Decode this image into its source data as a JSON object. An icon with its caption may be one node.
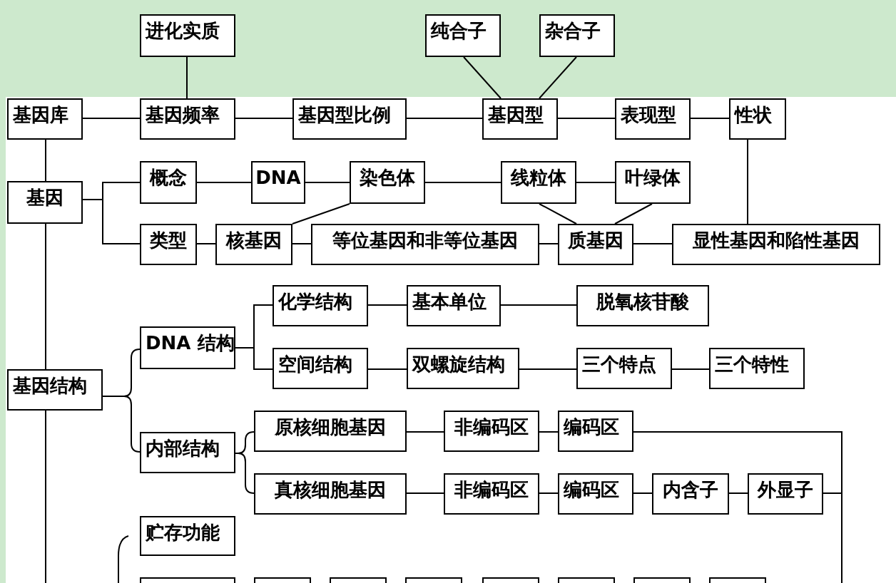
{
  "diagram": {
    "nodes": [
      {
        "text": [
          "进化实质"
        ]
      },
      {
        "text": [
          "纯合子"
        ]
      },
      {
        "text": [
          "杂合子"
        ]
      },
      {
        "text": [
          "基因库"
        ]
      },
      {
        "text": [
          "基因频率"
        ]
      },
      {
        "text": [
          "基因型比例"
        ]
      },
      {
        "text": [
          "基因型"
        ]
      },
      {
        "text": [
          "表现型"
        ]
      },
      {
        "text": [
          "性状"
        ]
      },
      {
        "text": [
          "基因"
        ]
      },
      {
        "text": [
          "概念"
        ]
      },
      {
        "text": [
          "DNA"
        ]
      },
      {
        "text": [
          "染色体"
        ]
      },
      {
        "text": [
          "线粒体"
        ]
      },
      {
        "text": [
          "叶绿体"
        ]
      },
      {
        "text": [
          "类型"
        ]
      },
      {
        "text": [
          "核基因"
        ]
      },
      {
        "text": [
          "等位基因和非等位基因"
        ]
      },
      {
        "text": [
          "质基因"
        ]
      },
      {
        "text": [
          "显性基因和陷性基因"
        ]
      },
      {
        "text": [
          "DNA 结构"
        ]
      },
      {
        "text": [
          "化学结构"
        ]
      },
      {
        "text": [
          "基本单位"
        ]
      },
      {
        "text": [
          "脱氧核苷酸"
        ]
      },
      {
        "text": [
          "空间结构"
        ]
      },
      {
        "text": [
          "双螺旋结构"
        ]
      },
      {
        "text": [
          "三个特点"
        ]
      },
      {
        "text": [
          "三个特性"
        ]
      },
      {
        "text": [
          "基因结构"
        ]
      },
      {
        "text": [
          "内部结构"
        ]
      },
      {
        "text": [
          "原核细胞基因"
        ]
      },
      {
        "text": [
          "非编码区"
        ]
      },
      {
        "text": [
          "编码区"
        ]
      },
      {
        "text": [
          "真核细胞基因"
        ]
      },
      {
        "text": [
          "非编码区"
        ]
      },
      {
        "text": [
          "编码区"
        ]
      },
      {
        "text": [
          "内含子"
        ]
      },
      {
        "text": [
          "外显子"
        ]
      },
      {
        "text": [
          "贮存功能"
        ]
      },
      {
        "text": [],
        "shape": "box"
      },
      {
        "text": [],
        "shape": "box"
      },
      {
        "text": [],
        "shape": "box"
      },
      {
        "text": [],
        "shape": "box"
      },
      {
        "text": [],
        "shape": "box"
      },
      {
        "text": [],
        "shape": "box"
      },
      {
        "text": [],
        "shape": "box"
      },
      {
        "text": [],
        "shape": "box"
      }
    ],
    "edges": [
      {
        "from": 0,
        "to": 4,
        "arrow": "none"
      },
      {
        "from": 1,
        "to": 6,
        "arrow": "none"
      },
      {
        "from": 2,
        "to": 6,
        "arrow": "none"
      },
      {
        "from": 3,
        "to": 4,
        "arrow": "none"
      },
      {
        "from": 4,
        "to": 5,
        "arrow": "none"
      },
      {
        "from": 5,
        "to": 6,
        "arrow": "none"
      },
      {
        "from": 6,
        "to": 7,
        "arrow": "none"
      },
      {
        "from": 7,
        "to": 8,
        "arrow": "none"
      },
      {
        "from": 3,
        "to": 9,
        "arrow": "none"
      },
      {
        "from": 9,
        "to": 10,
        "arrow": "none"
      },
      {
        "from": 9,
        "to": 15,
        "arrow": "none"
      },
      {
        "from": 10,
        "to": 11,
        "arrow": "none"
      },
      {
        "from": 11,
        "to": 12,
        "arrow": "none"
      },
      {
        "from": 12,
        "to": 13,
        "arrow": "none"
      },
      {
        "from": 13,
        "to": 14,
        "arrow": "none"
      },
      {
        "from": 12,
        "to": 16,
        "arrow": "none"
      },
      {
        "from": 13,
        "to": 18,
        "arrow": "none"
      },
      {
        "from": 14,
        "to": 18,
        "arrow": "none"
      },
      {
        "from": 15,
        "to": 16,
        "arrow": "none"
      },
      {
        "from": 16,
        "to": 17,
        "arrow": "none"
      },
      {
        "from": 17,
        "to": 18,
        "arrow": "none"
      },
      {
        "from": 18,
        "to": 19,
        "arrow": "none"
      },
      {
        "from": 8,
        "to": 19,
        "arrow": "none"
      },
      {
        "from": 9,
        "to": 28,
        "arrow": "none"
      },
      {
        "from": 28,
        "to": 20,
        "arrow": "none"
      },
      {
        "from": 28,
        "to": 29,
        "arrow": "none"
      },
      {
        "from": 28,
        "to": null,
        "arrow": "none"
      },
      {
        "from": 20,
        "to": 21,
        "arrow": "none"
      },
      {
        "from": 20,
        "to": 24,
        "arrow": "none"
      },
      {
        "from": 21,
        "to": 22,
        "arrow": "none"
      },
      {
        "from": 22,
        "to": 23,
        "arrow": "none"
      },
      {
        "from": 24,
        "to": 25,
        "arrow": "none"
      },
      {
        "from": 25,
        "to": 26,
        "arrow": "none"
      },
      {
        "from": 26,
        "to": 27,
        "arrow": "none"
      },
      {
        "from": 29,
        "to": 30,
        "arrow": "none"
      },
      {
        "from": 29,
        "to": 33,
        "arrow": "none"
      },
      {
        "from": 30,
        "to": 31,
        "arrow": "none"
      },
      {
        "from": 31,
        "to": 32,
        "arrow": "none"
      },
      {
        "from": 33,
        "to": 34,
        "arrow": "none"
      },
      {
        "from": 34,
        "to": 35,
        "arrow": "none"
      },
      {
        "from": 35,
        "to": 36,
        "arrow": "none"
      },
      {
        "from": 36,
        "to": 37,
        "arrow": "none"
      },
      {
        "from": 32,
        "to": null,
        "arrow": "none"
      },
      {
        "from": 37,
        "to": null,
        "arrow": "none"
      }
    ]
  }
}
